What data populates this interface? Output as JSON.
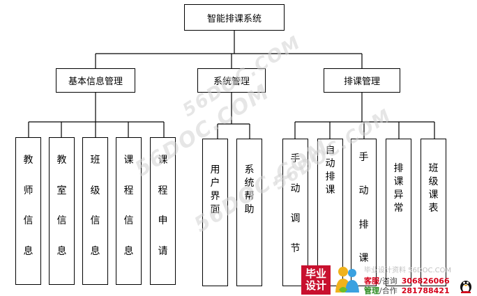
{
  "root": {
    "label": "智能排课系统"
  },
  "modules": [
    {
      "label": "基本信息管理",
      "children": [
        {
          "label": "教师信息"
        },
        {
          "label": "教室信息"
        },
        {
          "label": "班级信息"
        },
        {
          "label": "课程信息"
        },
        {
          "label": "课程申请"
        }
      ]
    },
    {
      "label": "系统管理",
      "children": [
        {
          "label": "用户界面"
        },
        {
          "label": "系统帮助"
        }
      ]
    },
    {
      "label": "排课管理",
      "children": [
        {
          "label": "手动调节"
        },
        {
          "label": "自动排课"
        },
        {
          "label": "手动排课"
        },
        {
          "label": "排课异常"
        },
        {
          "label": "班级课表"
        }
      ]
    }
  ],
  "watermark": {
    "text": "56DOC.COM"
  },
  "promo": {
    "badge_top": "毕业",
    "badge_bottom": "设计",
    "title": "毕业设计资料 56DOC.COM",
    "service_label": "客服",
    "service_sep": "/咨询",
    "service_number": "306826066",
    "manage_label": "管理",
    "manage_sep": "/合作",
    "manage_number": "281788421"
  },
  "colors": {
    "line": "#000000",
    "badge": "#c8102e",
    "accent_red": "#d4001a",
    "accent_green": "#2a8a1f"
  }
}
